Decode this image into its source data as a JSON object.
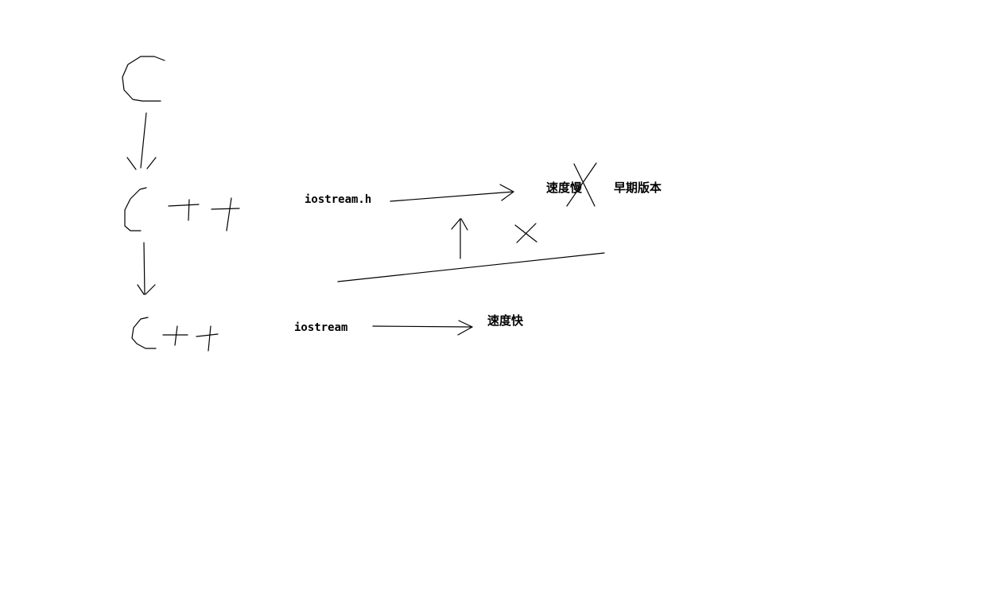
{
  "diagram": {
    "nodes": {
      "c": "C",
      "cpp_old": "C ++",
      "cpp_new": "C++"
    },
    "headers": {
      "old": "iostream.h",
      "new": "iostream"
    },
    "notes": {
      "slow": "速度慢",
      "early_version": "早期版本",
      "fast": "速度快"
    }
  }
}
